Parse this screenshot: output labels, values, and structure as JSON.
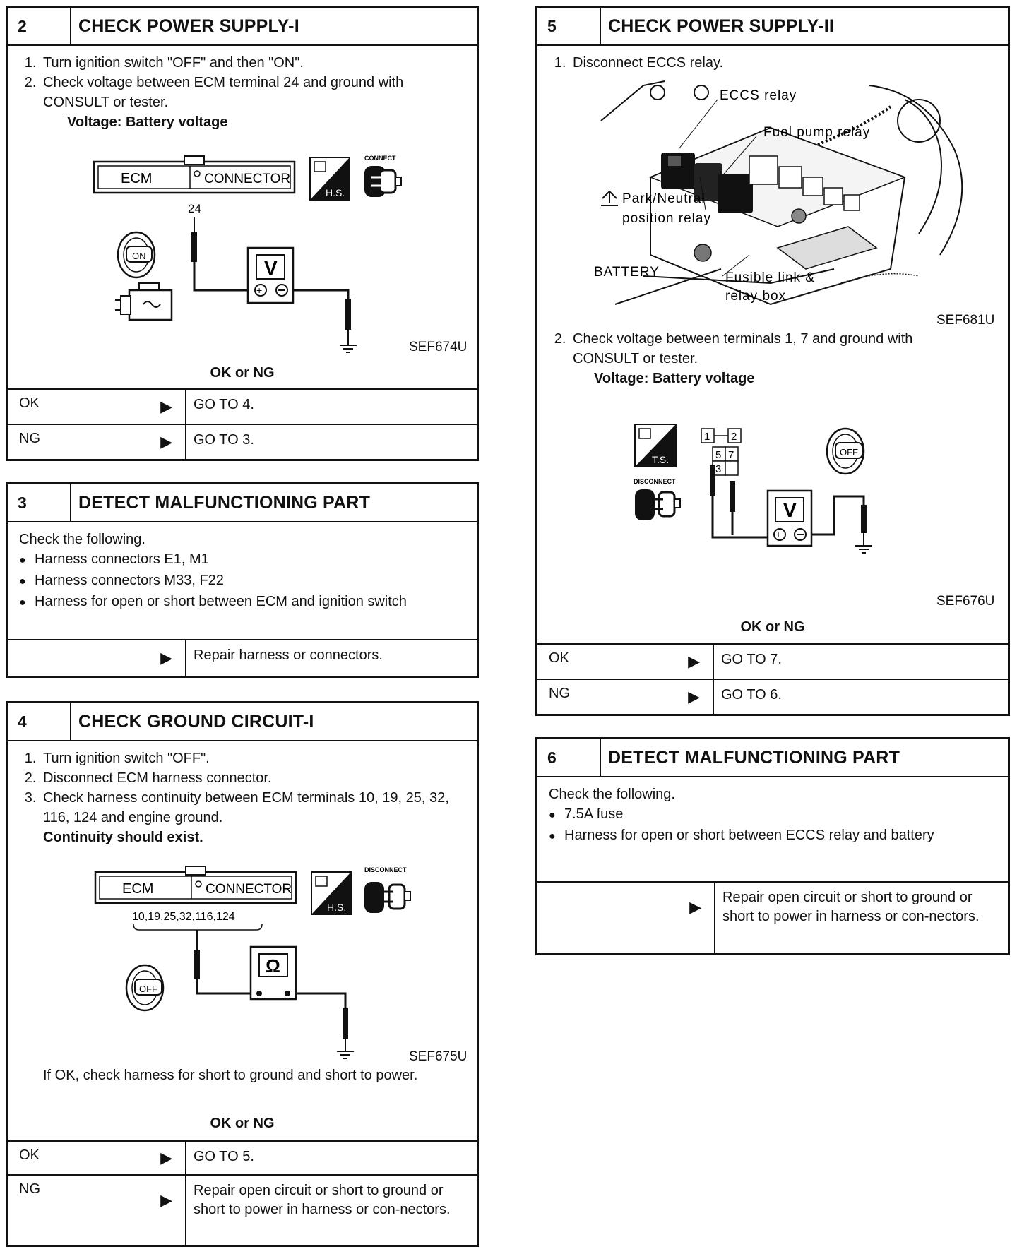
{
  "box2": {
    "num": "2",
    "title": "CHECK POWER SUPPLY-I",
    "steps": [
      "Turn ignition switch \"OFF\" and then \"ON\".",
      "Check voltage between ECM terminal 24 and ground with CONSULT or tester."
    ],
    "spec": "Voltage: Battery voltage",
    "diagram": {
      "ecm": "ECM",
      "connector": "CONNECTOR",
      "terminal": "24",
      "meter": "V",
      "key": "ON",
      "hs": "H.S.",
      "connect": "CONNECT",
      "ref": "SEF674U"
    },
    "result_label": "OK or NG",
    "results": [
      {
        "label": "OK",
        "action": "GO TO 4."
      },
      {
        "label": "NG",
        "action": "GO TO 3."
      }
    ]
  },
  "box3": {
    "num": "3",
    "title": "DETECT MALFUNCTIONING PART",
    "intro": "Check the following.",
    "items": [
      "Harness connectors E1, M1",
      "Harness connectors M33, F22",
      "Harness for open or short between ECM and ignition switch"
    ],
    "action": "Repair harness or connectors."
  },
  "box4": {
    "num": "4",
    "title": "CHECK GROUND CIRCUIT-I",
    "steps": [
      "Turn ignition switch \"OFF\".",
      "Disconnect ECM harness connector.",
      "Check harness continuity between ECM terminals 10, 19, 25, 32, 116, 124 and engine ground."
    ],
    "spec": "Continuity should exist.",
    "diagram": {
      "ecm": "ECM",
      "connector": "CONNECTOR",
      "terminals": "10,19,25,32,116,124",
      "meter": "Ω",
      "key": "OFF",
      "hs": "H.S.",
      "disconnect": "DISCONNECT",
      "ref": "SEF675U"
    },
    "note": "If OK, check harness for short to ground and short to power.",
    "result_label": "OK or NG",
    "results": [
      {
        "label": "OK",
        "action": "GO TO 5."
      },
      {
        "label": "NG",
        "action": "Repair open circuit or short to ground or short to power in harness or con-nectors."
      }
    ]
  },
  "box5": {
    "num": "5",
    "title": "CHECK POWER SUPPLY-II",
    "step1": "Disconnect ECCS relay.",
    "photo": {
      "eccs": "ECCS relay",
      "fuel": "Fuel pump relay",
      "park": "Park/Neutral",
      "position": "position relay",
      "battery": "BATTERY",
      "fusible": "Fusible link &",
      "relaybox": "relay box",
      "ref": "SEF681U"
    },
    "step2": "Check voltage between terminals 1, 7 and ground with CONSULT or tester.",
    "spec": "Voltage: Battery voltage",
    "diagram": {
      "t1": "1",
      "t2": "2",
      "t5": "5",
      "t7": "7",
      "t3": "3",
      "meter": "V",
      "key": "OFF",
      "ts": "T.S.",
      "disconnect": "DISCONNECT",
      "ref": "SEF676U"
    },
    "result_label": "OK or NG",
    "results": [
      {
        "label": "OK",
        "action": "GO TO 7."
      },
      {
        "label": "NG",
        "action": "GO TO 6."
      }
    ]
  },
  "box6": {
    "num": "6",
    "title": "DETECT MALFUNCTIONING PART",
    "intro": "Check the following.",
    "items": [
      "7.5A fuse",
      "Harness for open or short between ECCS relay and battery"
    ],
    "action": "Repair open circuit or short to ground or short to power in harness or con-nectors."
  },
  "arrow": "▶"
}
